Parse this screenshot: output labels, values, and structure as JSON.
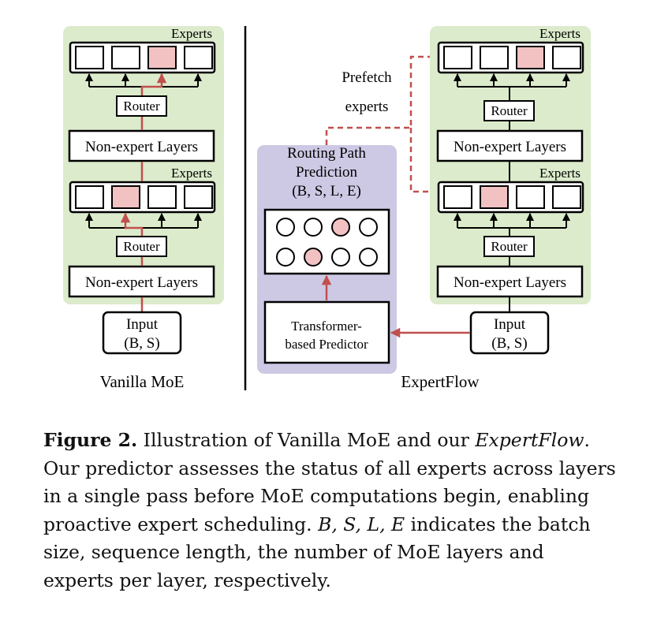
{
  "colors": {
    "panel_green": "#dcebcb",
    "panel_purple": "#cdc9e4",
    "highlight_pink": "#f2c2c2",
    "flow_red": "#c0504d",
    "outline": "#000000"
  },
  "left": {
    "experts_label_top": "Experts",
    "experts_label_bottom": "Experts",
    "router_top": "Router",
    "router_bottom": "Router",
    "nonexpert_top": "Non-expert Layers",
    "nonexpert_bottom": "Non-expert Layers",
    "input_line1": "Input",
    "input_line2": "(B, S)",
    "title": "Vanilla MoE"
  },
  "right": {
    "experts_label_top": "Experts",
    "experts_label_bottom": "Experts",
    "router_top": "Router",
    "router_bottom": "Router",
    "nonexpert_top": "Non-expert Layers",
    "nonexpert_bottom": "Non-expert Layers",
    "input_line1": "Input",
    "input_line2": "(B, S)",
    "prefetch_line1": "Prefetch",
    "prefetch_line2": "experts",
    "routing_line1": "Routing Path",
    "routing_line2": "Prediction",
    "routing_line3": "(B, S, L, E)",
    "predictor_line1": "Transformer-",
    "predictor_line2": "based Predictor",
    "title": "ExpertFlow"
  },
  "caption": {
    "label": "Figure 2.",
    "text1": " Illustration of Vanilla MoE and our ",
    "name": "ExpertFlow",
    "text2": ". Our predictor assesses the status of all experts across layers in a single pass before MoE computations begin, enabling proactive expert scheduling. ",
    "vars": "B, S, L, E",
    "text3": " indicates the batch size, sequence length, the number of MoE layers and experts per layer, respectively."
  }
}
